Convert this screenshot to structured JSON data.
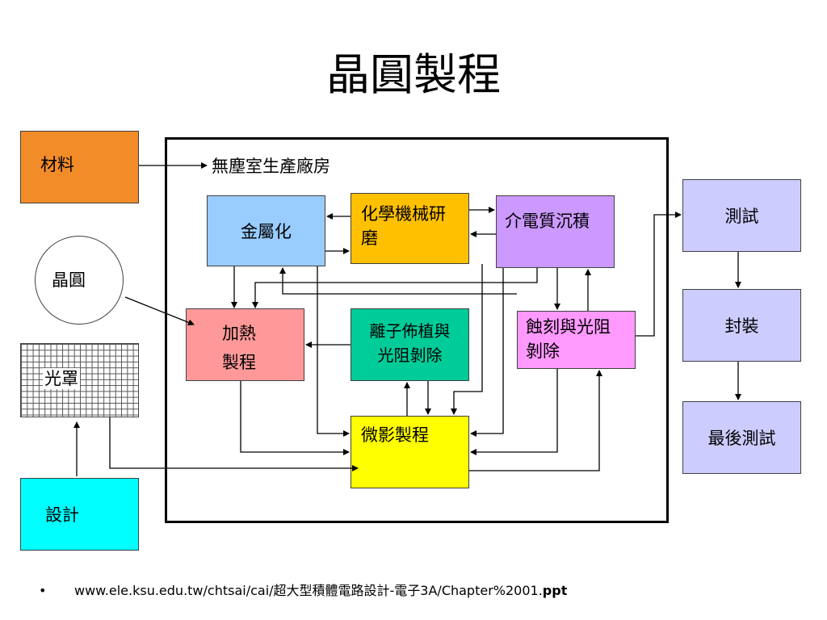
{
  "title": "晶圓製程",
  "inputs": {
    "material": "材料",
    "wafer": "晶圓",
    "mask": "光罩",
    "design": "設計"
  },
  "plant": {
    "label": "無塵室生產廠房",
    "metallization": "金屬化",
    "cmp": "化學機械研磨",
    "dielectric": "介電質沉積",
    "thermal": "加熱製程",
    "implant": "離子佈植與光阻剝除",
    "etch": "蝕刻與光阻剝除",
    "lithography": "微影製程"
  },
  "after": {
    "test": "測試",
    "packaging": "封裝",
    "final_test": "最後測試"
  },
  "footer": {
    "bullet": "•",
    "url": "www.ele.ksu.edu.tw/chtsai/cai/超大型積體電路設計-電子3A/Chapter%2001.",
    "ext": "ppt"
  },
  "colors": {
    "material": "#f28c28",
    "metallization": "#99ccff",
    "cmp": "#ffc000",
    "dielectric": "#cc99ff",
    "thermal": "#ff9999",
    "implant": "#00cc99",
    "etch": "#ff99ff",
    "lithography": "#ffff00",
    "design": "#00ffff",
    "after": "#ccccff"
  }
}
